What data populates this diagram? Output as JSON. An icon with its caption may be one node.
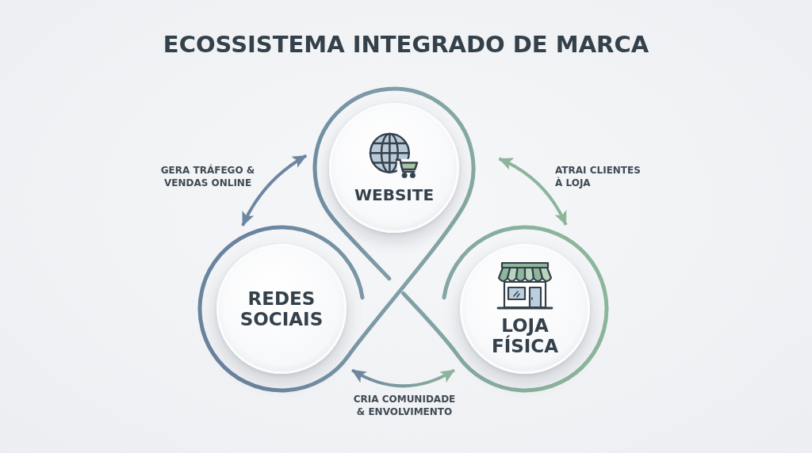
{
  "diagram": {
    "title": "ECOSSISTEMA INTEGRADO DE MARCA",
    "nodes": [
      {
        "text": [
          "WEBSITE"
        ]
      },
      {
        "text": [
          "REDES SOCIAIS"
        ]
      },
      {
        "text": [
          "LOJA FÍSICA"
        ]
      }
    ],
    "edges": [
      {
        "from": 0,
        "to": 1,
        "arrow": "both",
        "label": "GERA TRÁFEGO & VENDAS ONLINE",
        "color": "#6d86a1"
      },
      {
        "from": 0,
        "to": 2,
        "arrow": "both",
        "label": "ATRAI CLIENTES À LOJA",
        "color": "#8db59c"
      },
      {
        "from": 1,
        "to": 2,
        "arrow": "both",
        "label": "CRIA COMUNIDADE & ENVOLVIMENTO"
      }
    ]
  }
}
